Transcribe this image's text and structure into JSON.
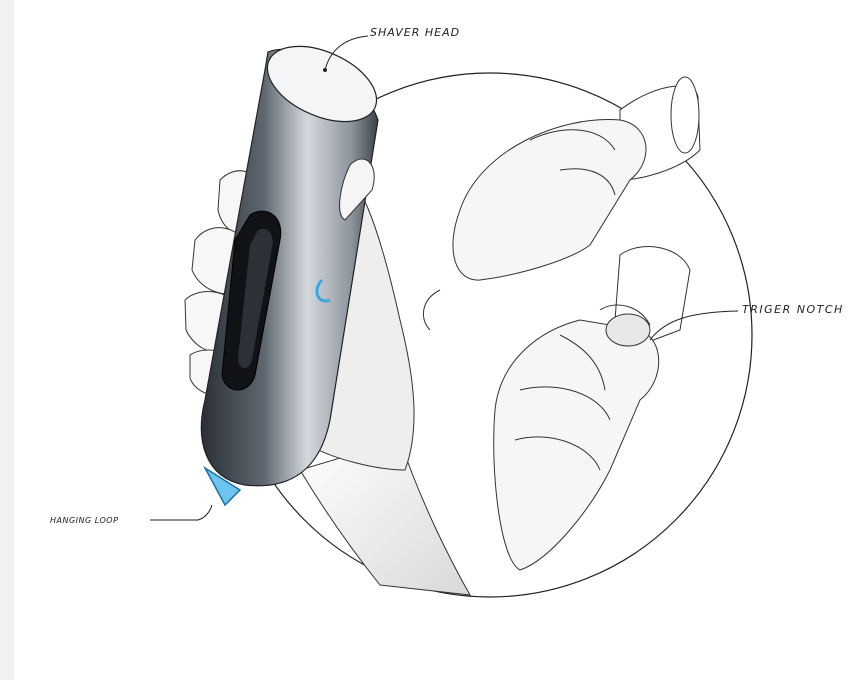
{
  "labels": {
    "shaver_head": "SHAVER HEAD",
    "trigger_notch": "TRIGER NOTCH",
    "hanging_loop": "HANGING LOOP"
  },
  "colors": {
    "background": "#ffffff",
    "page_margin": "#f2f2f2",
    "line": "#222222",
    "accent": "#3aa7e0",
    "body_dark": "#2b3036",
    "body_light": "#c9ced4"
  },
  "icons": [
    "shaver-device",
    "hand-sketch",
    "thumb-trigger-hand"
  ]
}
